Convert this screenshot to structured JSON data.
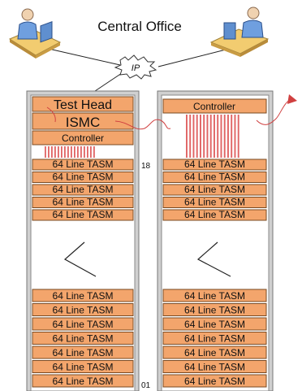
{
  "title": "Central Office",
  "network_label": "IP",
  "rack_left": {
    "test_head_label": "Test Head",
    "ismc_label": "ISMC",
    "controller_label": "Controller",
    "top_modules": [
      "64 Line TASM",
      "64 Line TASM",
      "64 Line TASM",
      "64 Line TASM",
      "64 Line TASM"
    ],
    "bottom_modules": [
      "64 Line TASM",
      "64 Line TASM",
      "64 Line TASM",
      "64 Line TASM",
      "64 Line TASM",
      "64 Line TASM",
      "64 Line TASM"
    ]
  },
  "rack_right": {
    "controller_label": "Controller",
    "top_modules": [
      "64 Line TASM",
      "64 Line TASM",
      "64 Line TASM",
      "64 Line TASM",
      "64 Line TASM"
    ],
    "bottom_modules": [
      "64 Line TASM",
      "64 Line TASM",
      "64 Line TASM",
      "64 Line TASM",
      "64 Line TASM",
      "64 Line TASM",
      "64 Line TASM"
    ]
  },
  "slot_top_label": "18",
  "slot_bottom_label": "01",
  "colors": {
    "module": "#f3a56c",
    "module_stroke": "#7a4a22",
    "cable": "#d04040",
    "rack": "#9a9a9a"
  }
}
